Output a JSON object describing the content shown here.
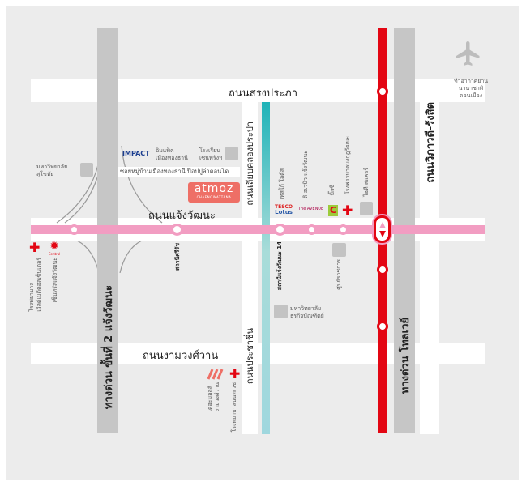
{
  "roads": {
    "songprapha": "ถนนสรงประภา",
    "chaengwattana": "ถนนแจ้งวัฒนะ",
    "ngamwongwan": "ถนนงามวงศ์วาน",
    "liap_khlong_prapa": "ถนนเลียบคลองประปา",
    "prachachuen": "ถนนประชาชื่น",
    "vibhavadi": "ถนนวิภาวดี-รังสิต",
    "expressway_stage2": "ทางด่วน ขั้นที่ 2 แจ้งวัฒนะ",
    "tollway": "ทางด่วน โทลเวย์",
    "soi": "ซอยหมู่บ้านเมืองทองธานี ป๊อปปูล่าคอนโด"
  },
  "stations": {
    "si_rat": "สถานีศรีรัช",
    "chaengwattana_14": "สถานีแจ้งวัฒนะ 14"
  },
  "places": {
    "airport": [
      "ท่าอากาศยาน",
      "นานาชาติ",
      "ดอนเมือง"
    ],
    "impact_logo": "IMPACT",
    "impact": [
      "อิมแพ็ค",
      "เมืองทองธานี"
    ],
    "school": [
      "โรงเรียน",
      "เซนฟรังฯ"
    ],
    "stou": [
      "มหาวิทยาลัย",
      "สุโขทัย"
    ],
    "atmoz_logo": "atmoz",
    "atmoz_sub": "CHAENGWATTANA",
    "tesco_logo": [
      "TESCO",
      "Lotus"
    ],
    "tesco": "เทสโก้ โลตัส",
    "avenue_logo": "The AVENUE",
    "avenue": "ดิ อเวนิว แจ้งวัฒนะ",
    "bigc": "บิ๊กซี",
    "mongkut": "โรงพยาบาลมงกุฎวัฒนะ",
    "itsquare": "ไอที สแควร์",
    "govcenter": "ศูนย์ราชการ",
    "dpu": [
      "มหาวิทยาลัย",
      "ธุรกิจบัณฑิตย์"
    ],
    "wmc": [
      "โรงพยาบาล",
      "เวิลด์เมดิคอลเซ็นเตอร์"
    ],
    "central_logo": "Central",
    "central": "เซ็นทรัลแจ้งวัฒนะ",
    "mall": [
      "เดอะมอลล์",
      "งามวงศ์วาน"
    ],
    "nonthavej": "โรงพยาบาลนนทเวช"
  },
  "colors": {
    "pink_line": "#f29dc2",
    "red_line": "#e30613",
    "teal_line": "#1fb3b8",
    "expressway": "#c6c6c6",
    "atmoz": "#ee6f66"
  },
  "icons": {
    "airport": "airplane-icon",
    "hospital": "red-cross-icon"
  }
}
